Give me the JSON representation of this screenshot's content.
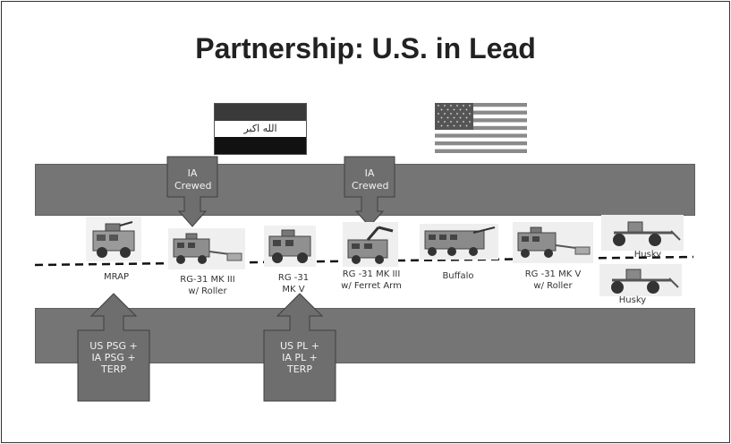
{
  "slide": {
    "title": "Partnership: U.S. in Lead",
    "iraqi_flag_text": "الله اكبر",
    "callouts_top": [
      {
        "text": "IA Crewed"
      },
      {
        "text": "IA Crewed"
      }
    ],
    "callouts_bottom": [
      {
        "lines": [
          "US PSG +",
          "IA PSG +",
          "TERP"
        ]
      },
      {
        "lines": [
          "US PL +",
          "IA PL +",
          "TERP"
        ]
      }
    ],
    "vehicles": [
      {
        "label_lines": [
          "MRAP"
        ],
        "icon": "mrap-vehicle-icon"
      },
      {
        "label_lines": [
          "RG-31 MK III",
          "w/ Roller"
        ],
        "icon": "rg31-roller-vehicle-icon"
      },
      {
        "label_lines": [
          "RG -31",
          "MK V"
        ],
        "icon": "rg31-mkv-vehicle-icon"
      },
      {
        "label_lines": [
          "RG -31 MK III",
          "w/ Ferret Arm"
        ],
        "icon": "rg31-ferret-arm-vehicle-icon"
      },
      {
        "label_lines": [
          "Buffalo"
        ],
        "icon": "buffalo-vehicle-icon"
      },
      {
        "label_lines": [
          "RG -31 MK V",
          "w/ Roller"
        ],
        "icon": "rg31-mkv-roller-vehicle-icon"
      },
      {
        "label_lines": [
          "Husky"
        ],
        "icon": "husky-vehicle-icon"
      },
      {
        "label_lines": [
          "Husky"
        ],
        "icon": "husky-vehicle-icon"
      }
    ],
    "colors": {
      "band": "#757575",
      "callout": "#6e6e6e",
      "iraq_red": "#2a2a2a",
      "iraq_white": "#ffffff",
      "iraq_black": "#1a1a1a"
    }
  }
}
